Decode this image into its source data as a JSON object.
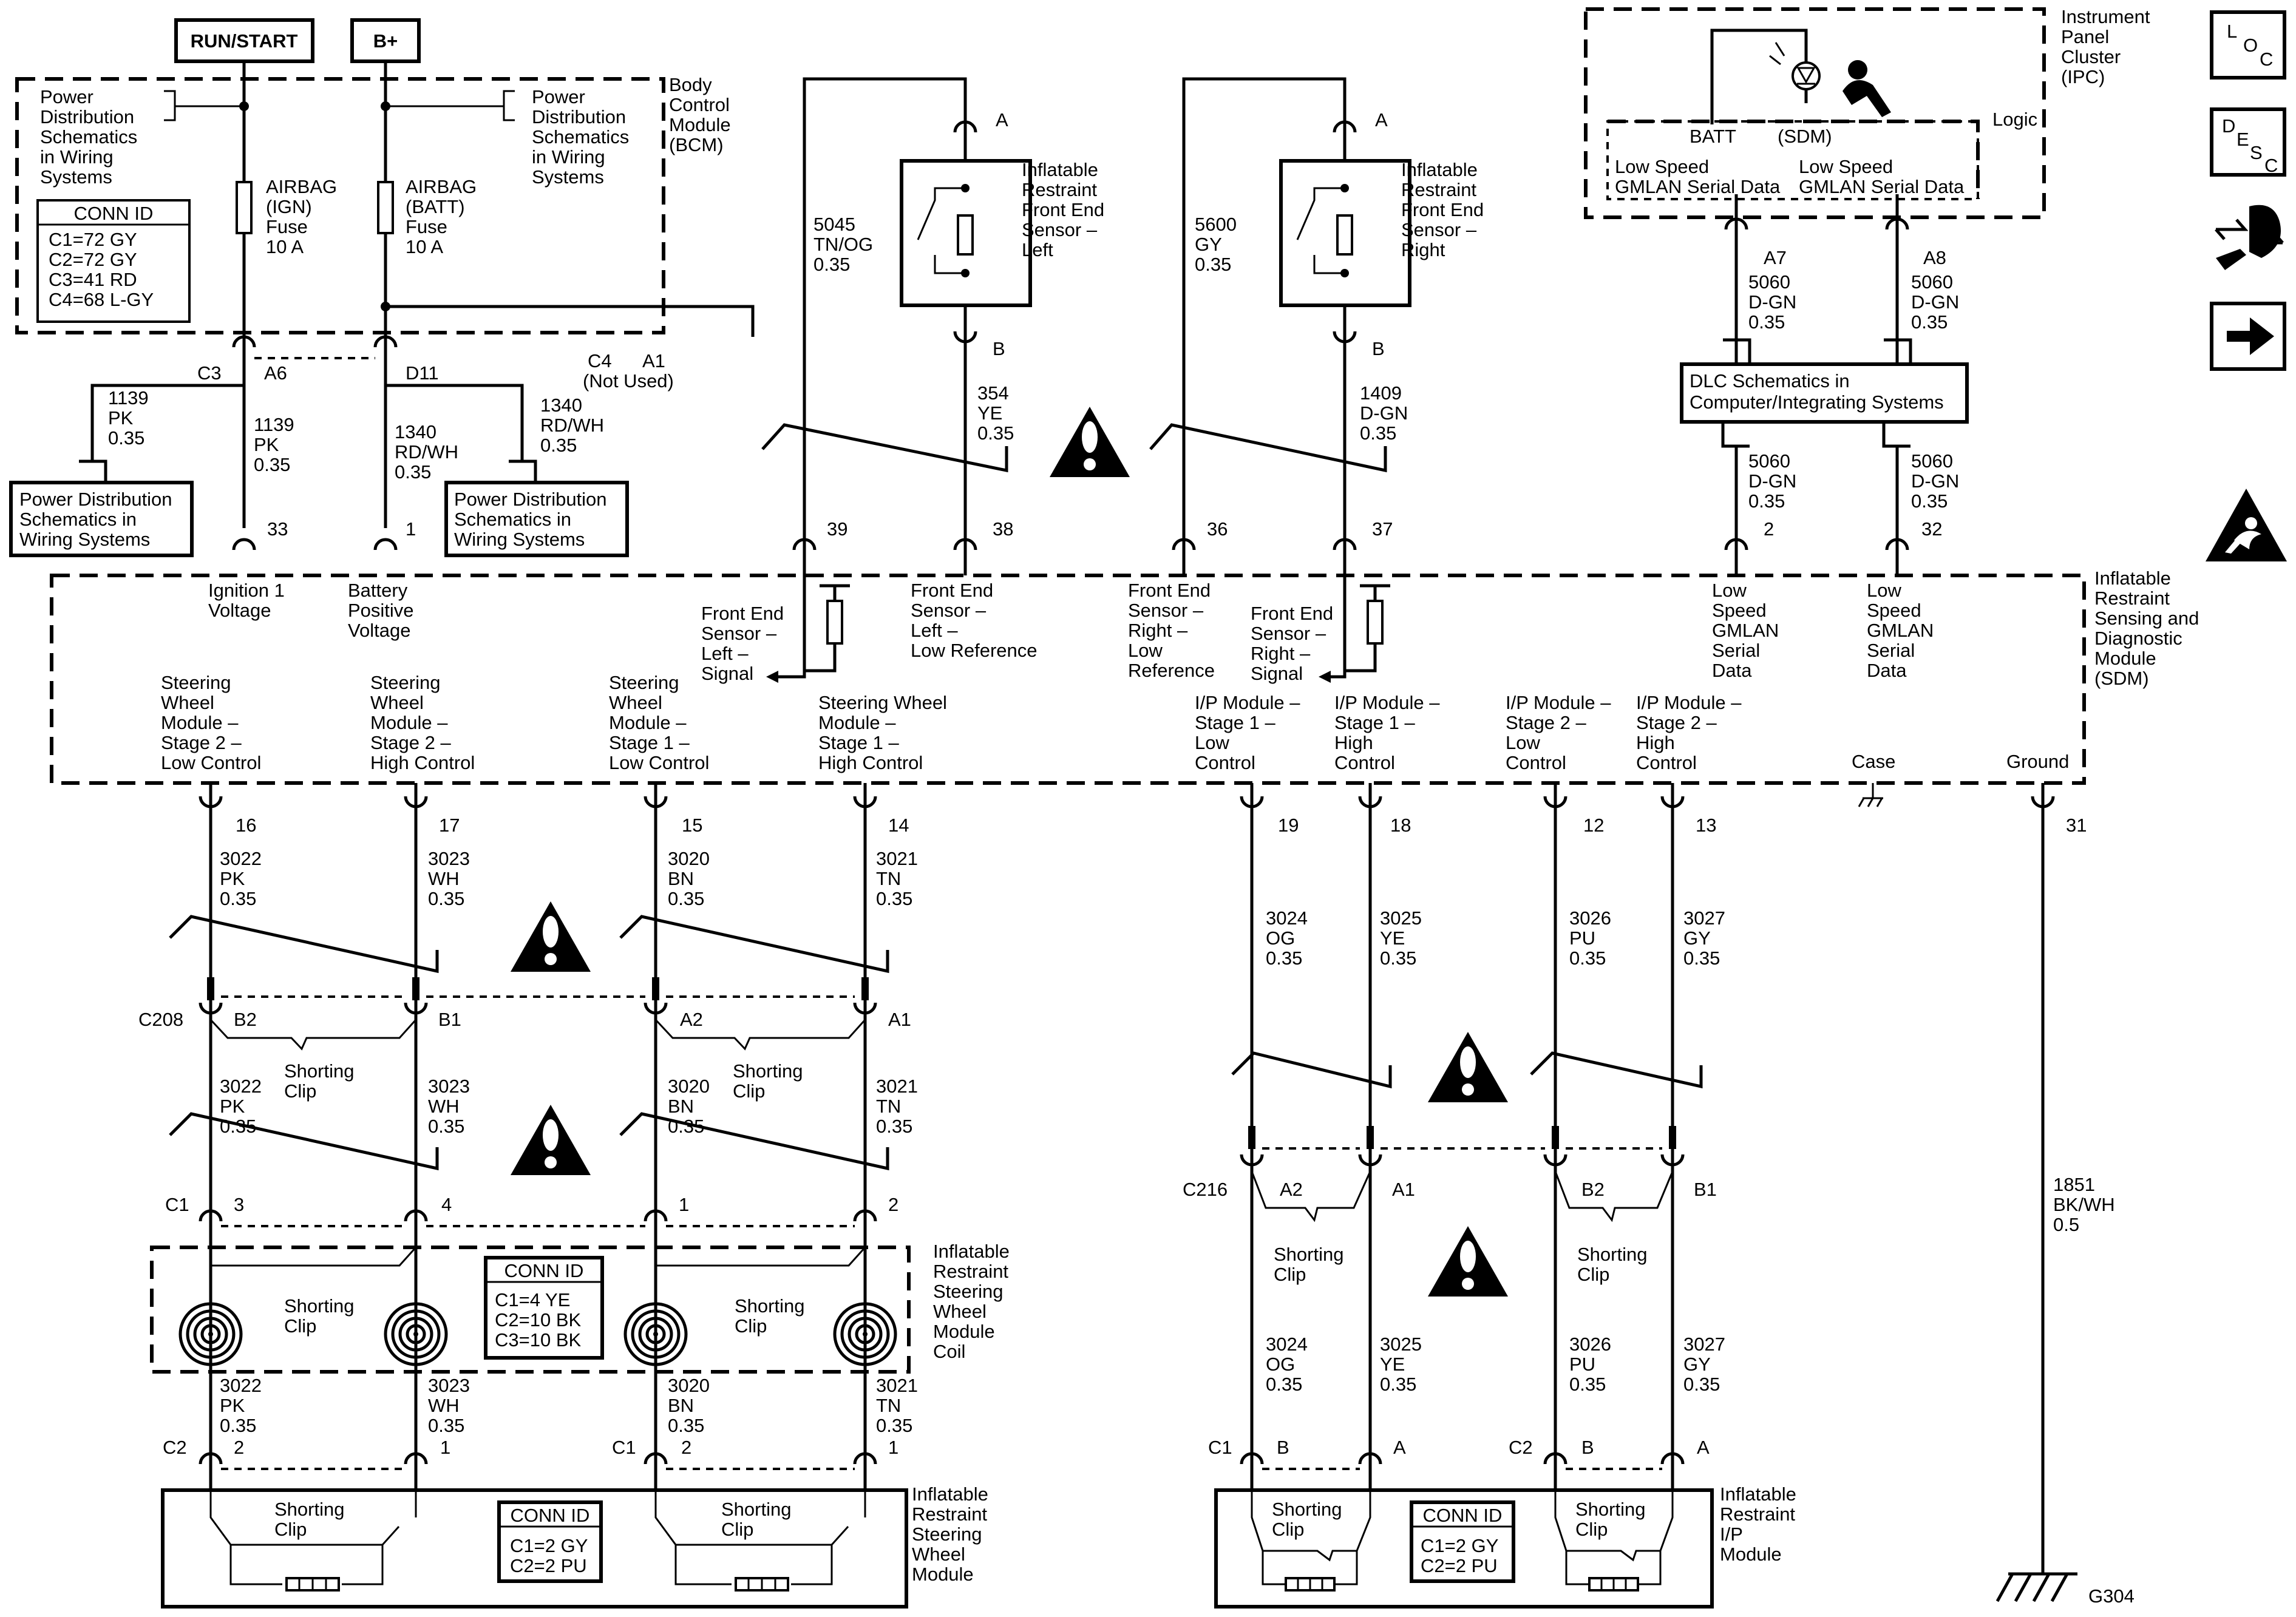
{
  "power_sources": {
    "run_start": "RUN/START",
    "b_plus": "B+"
  },
  "bcm": {
    "title": [
      "Body",
      "Control",
      "Module",
      "(BCM)"
    ],
    "pd_left": [
      "Power",
      "Distribution",
      "Schematics",
      "in Wiring",
      "Systems"
    ],
    "pd_right": [
      "Power",
      "Distribution",
      "Schematics",
      "in Wiring",
      "Systems"
    ],
    "fuse_ign": [
      "AIRBAG",
      "(IGN)",
      "Fuse",
      "10 A"
    ],
    "fuse_batt": [
      "AIRBAG",
      "(BATT)",
      "Fuse",
      "10 A"
    ],
    "conn_title": "CONN ID",
    "conn_lines": [
      "C1=72 GY",
      "C2=72 GY",
      "C3=41 RD",
      "C4=68 L-GY"
    ],
    "pin_c3": "C3",
    "pin_a6": "A6",
    "pin_d11": "D11",
    "pin_c4": "C4",
    "pin_a1": "A1",
    "not_used": "(Not Used)"
  },
  "bcm_wires": {
    "w1139_left": [
      "1139",
      "PK",
      "0.35"
    ],
    "w1139": [
      "1139",
      "PK",
      "0.35"
    ],
    "w1340": [
      "1340",
      "RD/WH",
      "0.35"
    ],
    "w1340_right": [
      "1340",
      "RD/WH",
      "0.35"
    ],
    "pd_box_left": [
      "Power Distribution",
      "Schematics in",
      "Wiring Systems"
    ],
    "pd_box_right": [
      "Power Distribution",
      "Schematics in",
      "Wiring Systems"
    ]
  },
  "sensor_left": {
    "label": [
      "Inflatable",
      "Restraint",
      "Front End",
      "Sensor –",
      "Left"
    ],
    "pin_a": "A",
    "pin_b": "B",
    "wire_signal": [
      "5045",
      "TN/OG",
      "0.35"
    ],
    "wire_low": [
      "354",
      "YE",
      "0.35"
    ]
  },
  "sensor_right": {
    "label": [
      "Inflatable",
      "Restraint",
      "Front End",
      "Sensor –",
      "Right"
    ],
    "pin_a": "A",
    "pin_b": "B",
    "wire_signal": [
      "5600",
      "GY",
      "0.35"
    ],
    "wire_low": [
      "1409",
      "D-GN",
      "0.35"
    ]
  },
  "ipc": {
    "label": [
      "Instrument",
      "Panel",
      "Cluster",
      "(IPC)"
    ],
    "logic": "Logic",
    "batt": "BATT",
    "sdm": "(SDM)",
    "lsgm_left": [
      "Low Speed",
      "GMLAN Serial Data"
    ],
    "lsgm_right": [
      "Low Speed",
      "GMLAN Serial Data"
    ],
    "pin_a7": "A7",
    "pin_a8": "A8",
    "wire_a7": [
      "5060",
      "D-GN",
      "0.35"
    ],
    "wire_a8": [
      "5060",
      "D-GN",
      "0.35"
    ]
  },
  "dlc": {
    "label": [
      "DLC Schematics in",
      "Computer/Integrating Systems"
    ],
    "wire_left": [
      "5060",
      "D-GN",
      "0.35"
    ],
    "wire_right": [
      "5060",
      "D-GN",
      "0.35"
    ]
  },
  "side_icons": {
    "loc": [
      "L",
      "O",
      "C"
    ],
    "desc": [
      "D",
      "E",
      "S",
      "C"
    ]
  },
  "sdm": {
    "label": [
      "Inflatable",
      "Restraint",
      "Sensing and",
      "Diagnostic",
      "Module",
      "(SDM)"
    ],
    "top_pins": [
      "33",
      "1",
      "39",
      "38",
      "36",
      "37",
      "2",
      "32"
    ],
    "ign_voltage": [
      "Ignition 1",
      "Voltage"
    ],
    "batt_voltage": [
      "Battery",
      "Positive",
      "Voltage"
    ],
    "fes_left_signal": [
      "Front End",
      "Sensor –",
      "Left –",
      "Signal"
    ],
    "fes_left_low": [
      "Front End",
      "Sensor –",
      "Left –",
      "Low Reference"
    ],
    "fes_right_low": [
      "Front End",
      "Sensor –",
      "Right –",
      "Low",
      "Reference"
    ],
    "fes_right_signal": [
      "Front End",
      "Sensor –",
      "Right –",
      "Signal"
    ],
    "lsgm_left": [
      "Low",
      "Speed",
      "GMLAN",
      "Serial",
      "Data"
    ],
    "lsgm_right": [
      "Low",
      "Speed",
      "GMLAN",
      "Serial",
      "Data"
    ],
    "swm_s2_low": [
      "Steering",
      "Wheel",
      "Module –",
      "Stage 2 –",
      "Low Control"
    ],
    "swm_s2_high": [
      "Steering",
      "Wheel",
      "Module –",
      "Stage 2 –",
      "High Control"
    ],
    "swm_s1_low": [
      "Steering",
      "Wheel",
      "Module –",
      "Stage 1 –",
      "Low Control"
    ],
    "swm_s1_high": [
      "Steering Wheel",
      "Module –",
      "Stage 1 –",
      "High Control"
    ],
    "ip_s1_low": [
      "I/P Module –",
      "Stage 1 –",
      "Low",
      "Control"
    ],
    "ip_s1_high": [
      "I/P Module –",
      "Stage 1 –",
      "High",
      "Control"
    ],
    "ip_s2_low": [
      "I/P Module –",
      "Stage 2 –",
      "Low",
      "Control"
    ],
    "ip_s2_high": [
      "I/P Module –",
      "Stage 2 –",
      "High",
      "Control"
    ],
    "case": "Case",
    "ground": "Ground",
    "bottom_pins": [
      "16",
      "17",
      "15",
      "14",
      "19",
      "18",
      "12",
      "13",
      "31"
    ]
  },
  "steering_wires": [
    [
      "3022",
      "PK",
      "0.35"
    ],
    [
      "3023",
      "WH",
      "0.35"
    ],
    [
      "3020",
      "BN",
      "0.35"
    ],
    [
      "3021",
      "TN",
      "0.35"
    ]
  ],
  "ip_wires": [
    [
      "3024",
      "OG",
      "0.35"
    ],
    [
      "3025",
      "YE",
      "0.35"
    ],
    [
      "3026",
      "PU",
      "0.35"
    ],
    [
      "3027",
      "GY",
      "0.35"
    ]
  ],
  "c208": {
    "name": "C208",
    "pins": [
      "B2",
      "B1",
      "A2",
      "A1"
    ],
    "shorting_clip": [
      "Shorting",
      "Clip"
    ]
  },
  "c216": {
    "name": "C216",
    "pins": [
      "A2",
      "A1",
      "B2",
      "B1"
    ],
    "shorting_clip": [
      "Shorting",
      "Clip"
    ]
  },
  "coil": {
    "label": [
      "Inflatable",
      "Restraint",
      "Steering",
      "Wheel",
      "Module",
      "Coil"
    ],
    "c1": "C1",
    "pins": [
      "3",
      "4",
      "1",
      "2"
    ],
    "shorting_clip": [
      "Shorting",
      "Clip"
    ],
    "conn_title": "CONN ID",
    "conn_lines": [
      "C1=4 YE",
      "C2=10 BK",
      "C3=10 BK"
    ]
  },
  "swm": {
    "label": [
      "Inflatable",
      "Restraint",
      "Steering",
      "Wheel",
      "Module"
    ],
    "c2": "C2",
    "c1": "C1",
    "pins": [
      "2",
      "1",
      "2",
      "1"
    ],
    "shorting_clip": [
      "Shorting",
      "Clip"
    ],
    "conn_title": "CONN ID",
    "conn_lines": [
      "C1=2 GY",
      "C2=2 PU"
    ]
  },
  "ipm": {
    "label": [
      "Inflatable",
      "Restraint",
      "I/P",
      "Module"
    ],
    "c1": "C1",
    "c2": "C2",
    "pins": [
      "B",
      "A",
      "B",
      "A"
    ],
    "shorting_clip": [
      "Shorting",
      "Clip"
    ],
    "conn_title": "CONN ID",
    "conn_lines": [
      "C1=2 GY",
      "C2=2 PU"
    ]
  },
  "ground_wire": [
    "1851",
    "BK/WH",
    "0.5"
  ],
  "ground_point": "G304"
}
